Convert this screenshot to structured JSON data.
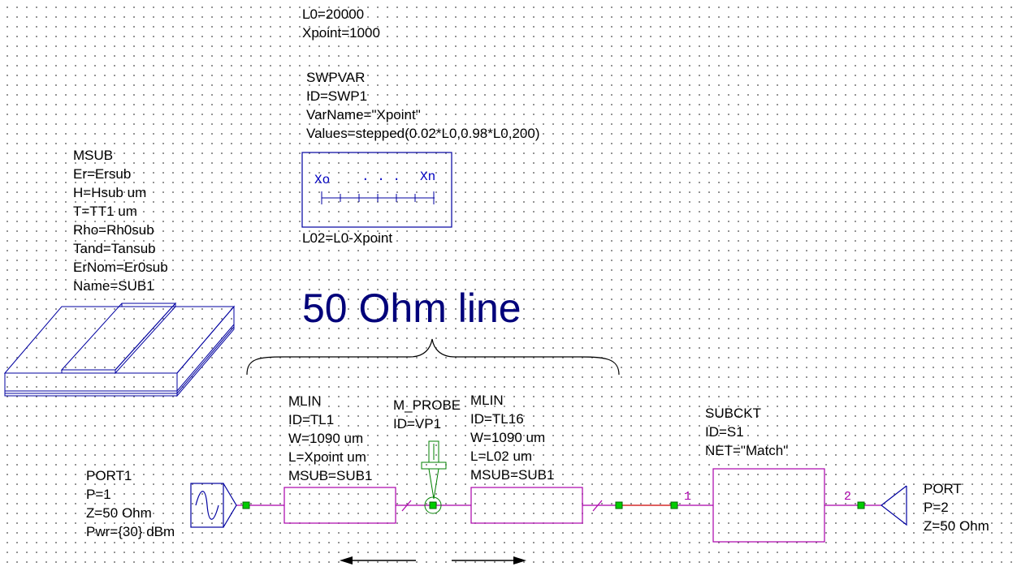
{
  "equations": {
    "line1": "L0=20000",
    "line2": "Xpoint=1000",
    "line3": "L02=L0-Xpoint"
  },
  "swpvar": {
    "name": "SWPVAR",
    "id": "ID=SWP1",
    "varname": "VarName=\"Xpoint\"",
    "values": "Values=stepped(0.02*L0,0.98*L0,200)",
    "icon_start": "Xo",
    "icon_dots": ". . .",
    "icon_end": "Xn"
  },
  "msub": {
    "name": "MSUB",
    "er": "Er=Ersub",
    "h": "H=Hsub um",
    "t": "T=TT1 um",
    "rho": "Rho=Rh0sub",
    "tand": "Tand=Tansub",
    "ernom": "ErNom=Er0sub",
    "nm": "Name=SUB1"
  },
  "annotation": {
    "title": "50 Ohm line"
  },
  "mlin1": {
    "name": "MLIN",
    "id": "ID=TL1",
    "w": "W=1090 um",
    "l": "L=Xpoint um",
    "msub": "MSUB=SUB1"
  },
  "probe": {
    "name": "M_PROBE",
    "id": "ID=VP1"
  },
  "mlin2": {
    "name": "MLIN",
    "id": "ID=TL16",
    "w": "W=1090 um",
    "l": "L=L02 um",
    "msub": "MSUB=SUB1"
  },
  "port1": {
    "name": "PORT1",
    "p": "P=1",
    "z": "Z=50 Ohm",
    "pwr": "Pwr={30} dBm"
  },
  "subckt": {
    "name": "SUBCKT",
    "id": "ID=S1",
    "net": "NET=\"Match\"",
    "pin1": "1",
    "pin2": "2"
  },
  "port2": {
    "name": "PORT",
    "p": "P=2",
    "z": "Z=50 Ohm"
  },
  "colors": {
    "wire": "#aa00aa",
    "node": "#00cc00",
    "schematic": "#0000a0",
    "title": "#00007a",
    "highlight_wire": "#cc0000",
    "pin_number": "#aa00aa"
  }
}
